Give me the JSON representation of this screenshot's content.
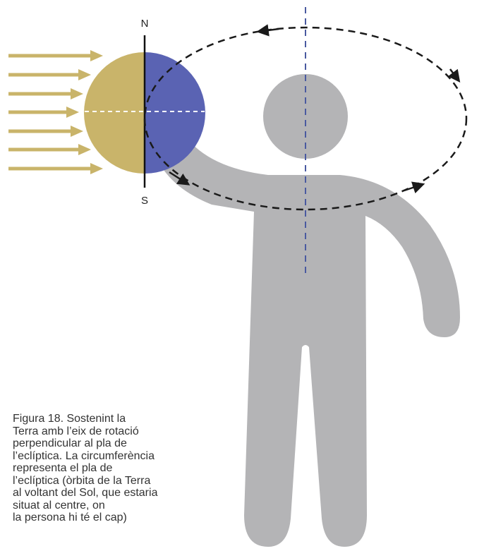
{
  "labels": {
    "north": "N",
    "south": "S"
  },
  "caption": {
    "lines": [
      "Figura 18. Sostenint la",
      "Terra amb l’eix de rotació",
      "perpendicular al pla de",
      "l’eclíptica. La circumferència",
      "representa el pla de",
      "l’eclíptica (òrbita de la Terra",
      "al voltant del Sol, que estaria",
      "situat al centre, on",
      "la persona hi té el cap)"
    ]
  },
  "colors": {
    "sunlight_arrows": "#c9b46a",
    "earth_day_side": "#c9b46a",
    "earth_night_side": "#5a63b3",
    "person": "#b4b4b6",
    "orbit": "#1a1a1a",
    "axis_vertical": "#4a5aa0",
    "caption_text": "#333333"
  },
  "icons": {
    "sun_rays": "arrow-right",
    "earth": "sphere-half-lit",
    "person": "human-silhouette"
  }
}
